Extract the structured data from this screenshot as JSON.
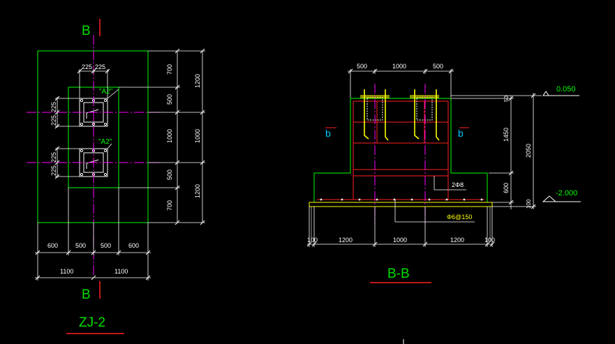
{
  "colors": {
    "background": "#000000",
    "outline": "#00ff00",
    "dimension": "#ffffff",
    "axis": "#ff00ff",
    "section_cut": "#ff2020",
    "rebar": "#ff2020",
    "bolt": "#ffff00",
    "label": "#00e000"
  },
  "plan": {
    "section_mark_top": "B",
    "section_mark_bottom": "B",
    "title": "ZJ-2",
    "dims_top_vertical": [
      "225",
      "225"
    ],
    "dims_left_upper": [
      "225",
      "225"
    ],
    "dims_left_lower": [
      "225",
      "225"
    ],
    "label_pier_upper": "\"A2\"",
    "label_pier_lower": "\"A2\"",
    "dims_right_inner": [
      "700",
      "500",
      "1000",
      "500",
      "700"
    ],
    "dims_right_outer": [
      "1200",
      "1000",
      "1200"
    ],
    "dims_bottom_inner": [
      "600",
      "500",
      "500",
      "600"
    ],
    "dims_bottom_outer": [
      "1100",
      "1100"
    ]
  },
  "section": {
    "title": "B-B",
    "cut_mark_left": "b",
    "cut_mark_right": "b",
    "dims_top": [
      "500",
      "1000",
      "500"
    ],
    "dims_bottom": [
      "100",
      "1200",
      "1000",
      "1200",
      "100"
    ],
    "dims_right_inner": [
      "50",
      "1450",
      "600",
      "100"
    ],
    "dims_right_outer": "2050",
    "elevation_top": "0.050",
    "elevation_bottom": "-2.000",
    "rebar_note_bar": "2Φ8",
    "rebar_note_stirrup": "Φ6@150"
  }
}
